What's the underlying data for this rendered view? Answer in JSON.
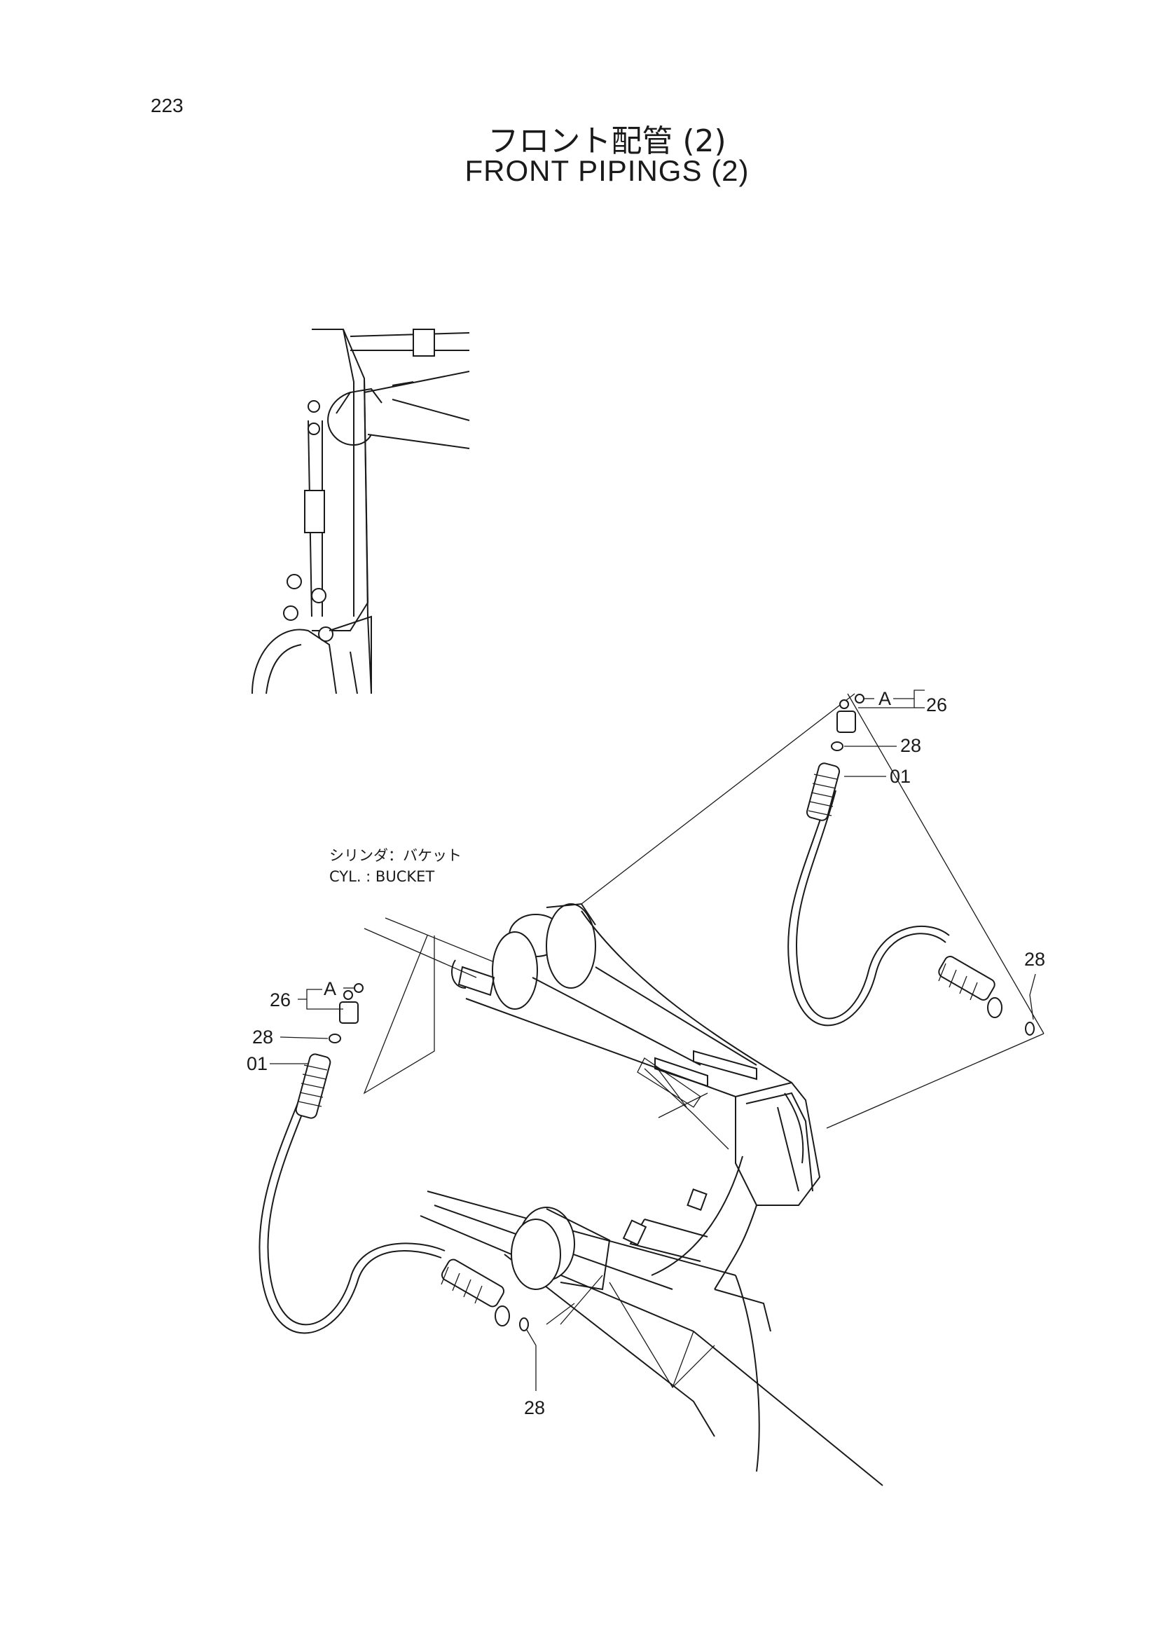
{
  "page": {
    "number": "223"
  },
  "title": {
    "japanese": "フロント配管 (2)",
    "english": "FRONT PIPINGS (2)"
  },
  "cylinder_label": {
    "japanese": "シリンダ：バケット",
    "english": "CYL. : BUCKET"
  },
  "callouts": {
    "right_26": "26",
    "right_A": "A",
    "right_28_top": "28",
    "right_01": "01",
    "right_28_end": "28",
    "left_26": "26",
    "left_A": "A",
    "left_28": "28",
    "left_01": "01",
    "bottom_28": "28"
  }
}
